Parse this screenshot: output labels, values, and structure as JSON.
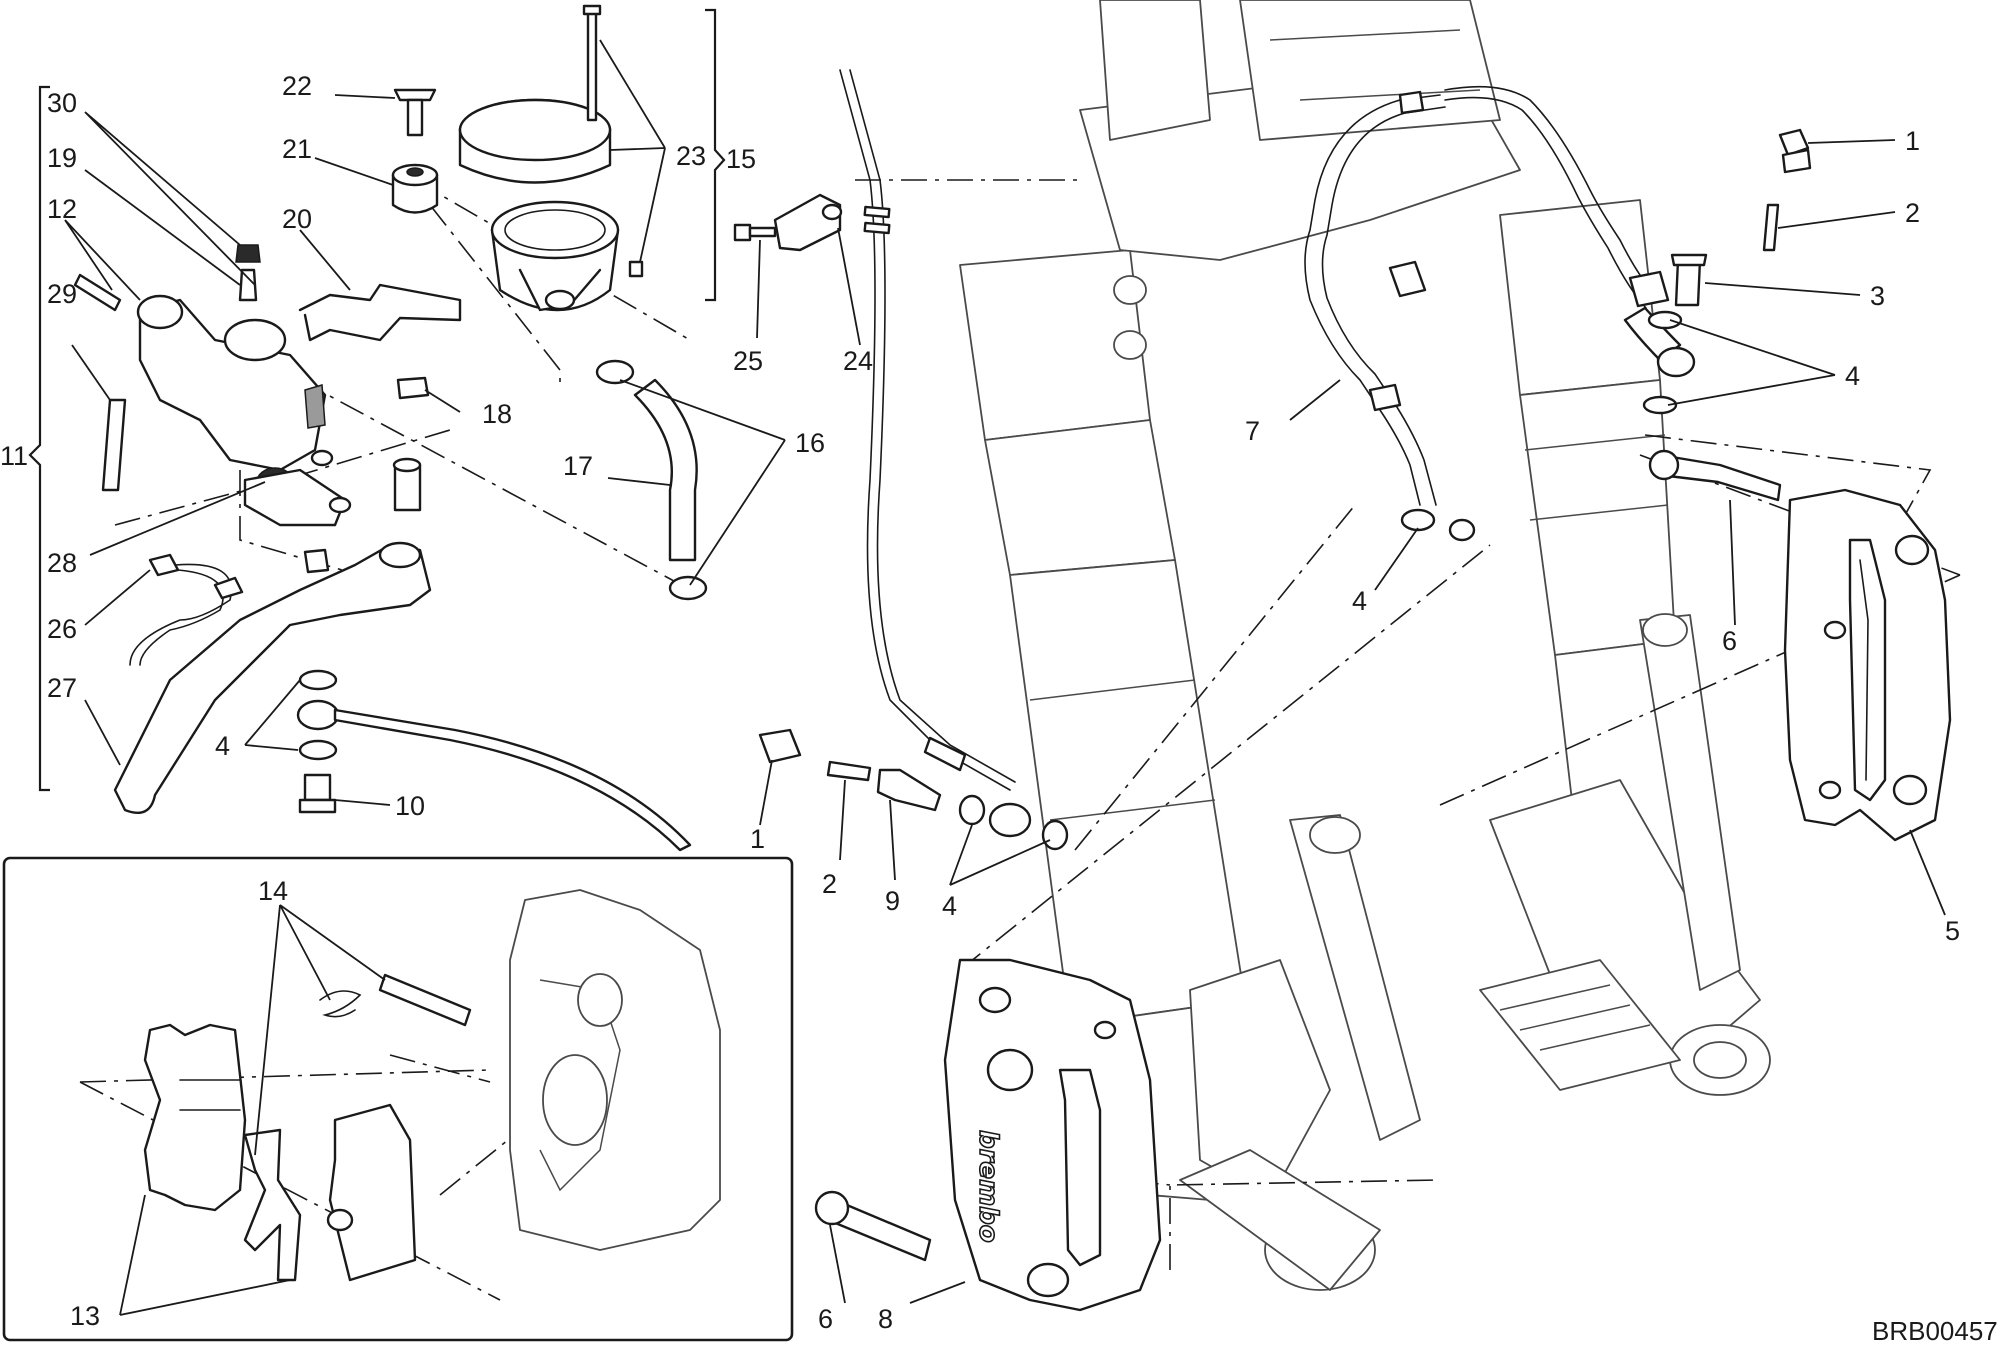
{
  "reference": "BRB00457",
  "brand_marking": "brembo",
  "labels": [
    "1",
    "2",
    "3",
    "4",
    "5",
    "6",
    "7",
    "8",
    "9",
    "10",
    "11",
    "12",
    "13",
    "14",
    "15",
    "16",
    "17",
    "18",
    "19",
    "20",
    "21",
    "22",
    "23",
    "24",
    "25",
    "26",
    "27",
    "28",
    "29",
    "30"
  ],
  "callouts": {
    "c1a": "1",
    "c2a": "2",
    "c3": "3",
    "c4a": "4",
    "c6a": "6",
    "c5": "5",
    "c7": "7",
    "c4b": "4",
    "c1b": "1",
    "c2b": "2",
    "c9": "9",
    "c4c": "4",
    "c24": "24",
    "c25": "25",
    "c22": "22",
    "c21": "21",
    "c20": "20",
    "c23": "23",
    "c15": "15",
    "c18": "18",
    "c16": "16",
    "c17": "17",
    "c30": "30",
    "c19": "19",
    "c12": "12",
    "c29": "29",
    "c11": "11",
    "c28": "28",
    "c26": "26",
    "c27": "27",
    "c4d": "4",
    "c10": "10",
    "c14": "14",
    "c13": "13",
    "c6b": "6",
    "c8": "8"
  }
}
